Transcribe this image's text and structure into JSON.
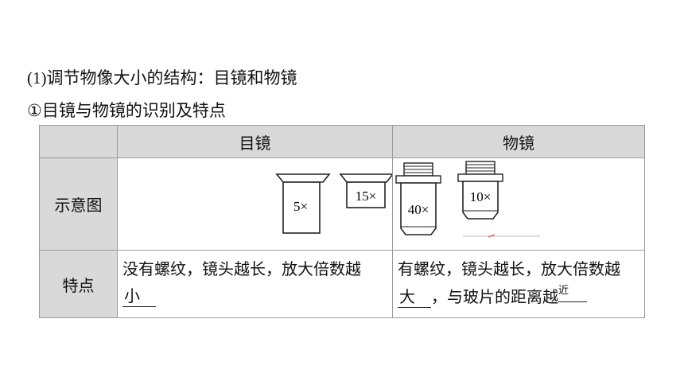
{
  "heading1": {
    "prefix": "(1)",
    "text": "调节物像大小的结构：目镜和物镜"
  },
  "heading2": "①目镜与物镜的识别及特点",
  "table": {
    "col_headers": [
      "",
      "目镜",
      "物镜"
    ],
    "row_diagram_label": "示意图",
    "row_feature_label": "特点",
    "eyepiece_labels": [
      "5×",
      "15×"
    ],
    "objective_labels": [
      "40×",
      "10×"
    ],
    "eyepiece_feature": {
      "text": "没有螺纹，镜头越长，放大倍数越",
      "answer": "小"
    },
    "objective_feature": {
      "text_before": "有螺纹，镜头越长，放大倍数越",
      "answer1": "大",
      "text_middle": "，与玻片的距离越",
      "answer2": "近"
    }
  }
}
